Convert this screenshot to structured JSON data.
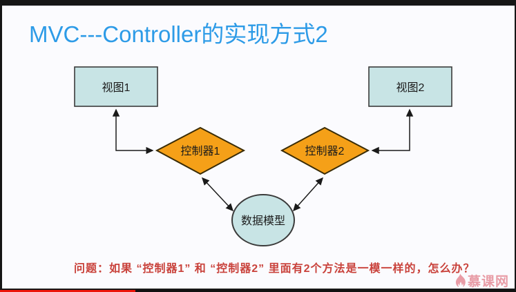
{
  "slide": {
    "title": "MVC---Controller的实现方式2",
    "question": "问题：如果 “控制器1” 和 “控制器2” 里面有2个方法是一模一样的，怎么办？",
    "nodes": {
      "view1": "视图1",
      "view2": "视图2",
      "controller1": "控制器1",
      "controller2": "控制器2",
      "model": "数据模型"
    },
    "connections": [
      {
        "from": "view1",
        "to": "controller1",
        "bidirectional": true,
        "style": "elbow"
      },
      {
        "from": "view2",
        "to": "controller2",
        "bidirectional": true,
        "style": "elbow"
      },
      {
        "from": "controller1",
        "to": "model",
        "bidirectional": true,
        "style": "straight"
      },
      {
        "from": "controller2",
        "to": "model",
        "bidirectional": true,
        "style": "straight"
      }
    ]
  },
  "colors": {
    "title_blue": "#2d9be7",
    "question_red": "#c9423b",
    "node_cyan_fill": "#c8e4e5",
    "node_orange_fill": "#f5a018",
    "shape_border": "#3a3a3a",
    "arrow_black": "#1a1a1a",
    "watermark_pink": "#e89ca6",
    "progress_red": "#ec1509",
    "frame_black": "#161616",
    "slide_background": "#fbfbfe"
  },
  "player": {
    "progress_percent": 26
  },
  "watermark": {
    "brand": "慕课网"
  }
}
